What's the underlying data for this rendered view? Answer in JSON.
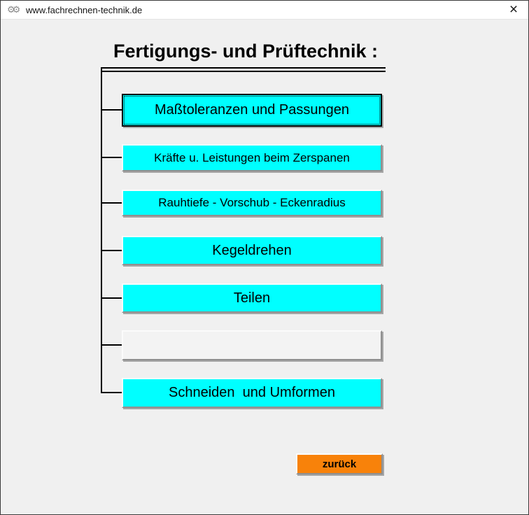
{
  "window": {
    "title": "www.fachrechnen-technik.de"
  },
  "icons": {
    "app_logo": "⚙⚙",
    "close": "×"
  },
  "heading": {
    "text": "Fertigungs- und Prüftechnik :"
  },
  "menu": {
    "buttons": [
      {
        "label": "Maßtoleranzen und Passungen",
        "state": "focused"
      },
      {
        "label": "Kräfte u. Leistungen beim Zerspanen",
        "state": "normal"
      },
      {
        "label": "Rauhtiefe - Vorschub - Eckenradius",
        "state": "normal"
      },
      {
        "label": "Kegeldrehen",
        "state": "normal"
      },
      {
        "label": "Teilen",
        "state": "normal"
      },
      {
        "label": "",
        "state": "empty"
      },
      {
        "label": "Schneiden  und Umformen",
        "state": "normal"
      }
    ]
  },
  "footer": {
    "back_label": "zurück"
  },
  "colors": {
    "button-cyan": "#00FFFF",
    "button-orange": "#F8820A",
    "empty-button": "#F3F3F3",
    "page-bg": "#F0F0F0",
    "titlebar-bg": "#FFFFFF",
    "line-black": "#000000"
  }
}
